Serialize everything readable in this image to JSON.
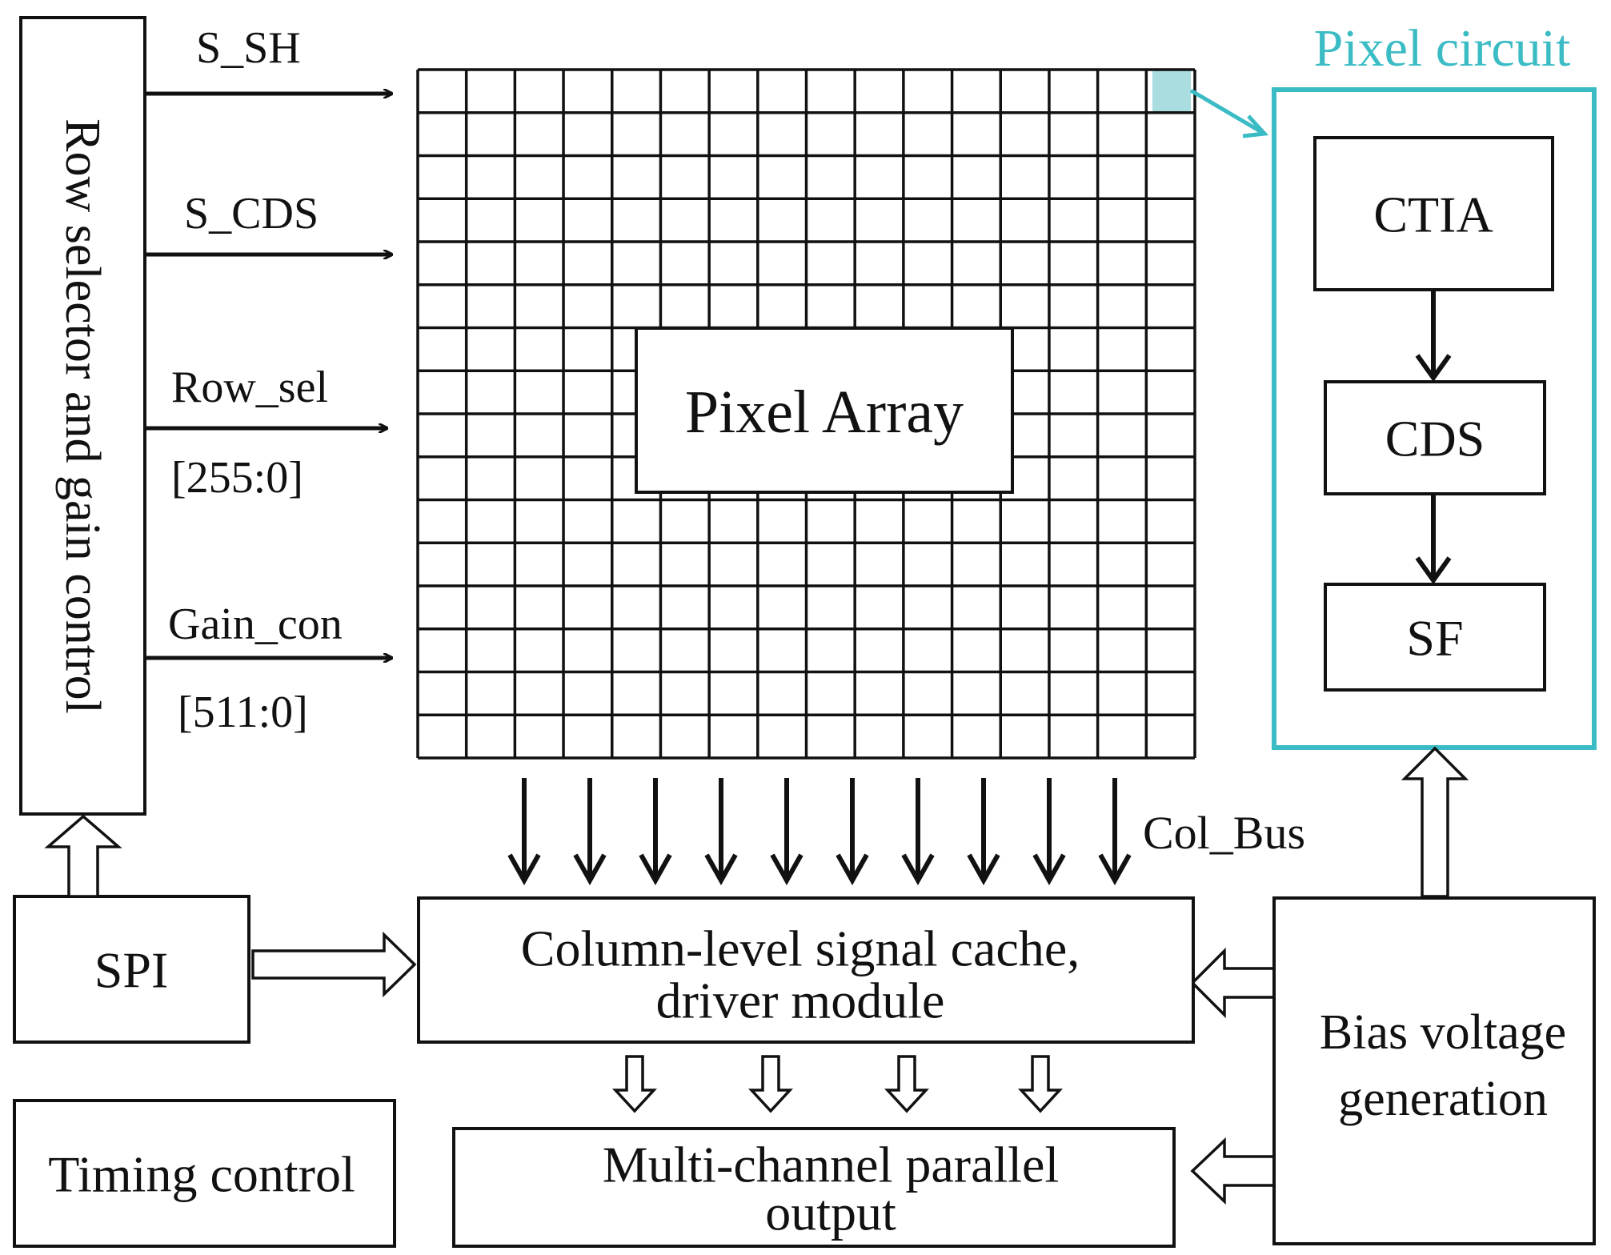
{
  "colors": {
    "ink": "#111111",
    "accent": "#3bbcc4",
    "highlight_cell": "#a9dde0"
  },
  "row_selector": {
    "label": "Row selector and gain control"
  },
  "signals": {
    "s_sh": "S_SH",
    "s_cds": "S_CDS",
    "row_sel": "Row_sel",
    "row_sel_range": "[255:0]",
    "gain_con": "Gain_con",
    "gain_con_range": "[511:0]",
    "col_bus": "Col_Bus"
  },
  "pixel_array": {
    "label": "Pixel Array"
  },
  "pixel_circuit": {
    "title": "Pixel circuit",
    "stages": [
      "CTIA",
      "CDS",
      "SF"
    ]
  },
  "spi": {
    "label": "SPI"
  },
  "column_cache": {
    "line1": "Column-level signal cache,",
    "line2": "driver module"
  },
  "bias": {
    "line1": "Bias voltage",
    "line2": "generation"
  },
  "timing": {
    "label": "Timing control"
  },
  "output": {
    "line1": "Multi-channel parallel",
    "line2": "output"
  }
}
